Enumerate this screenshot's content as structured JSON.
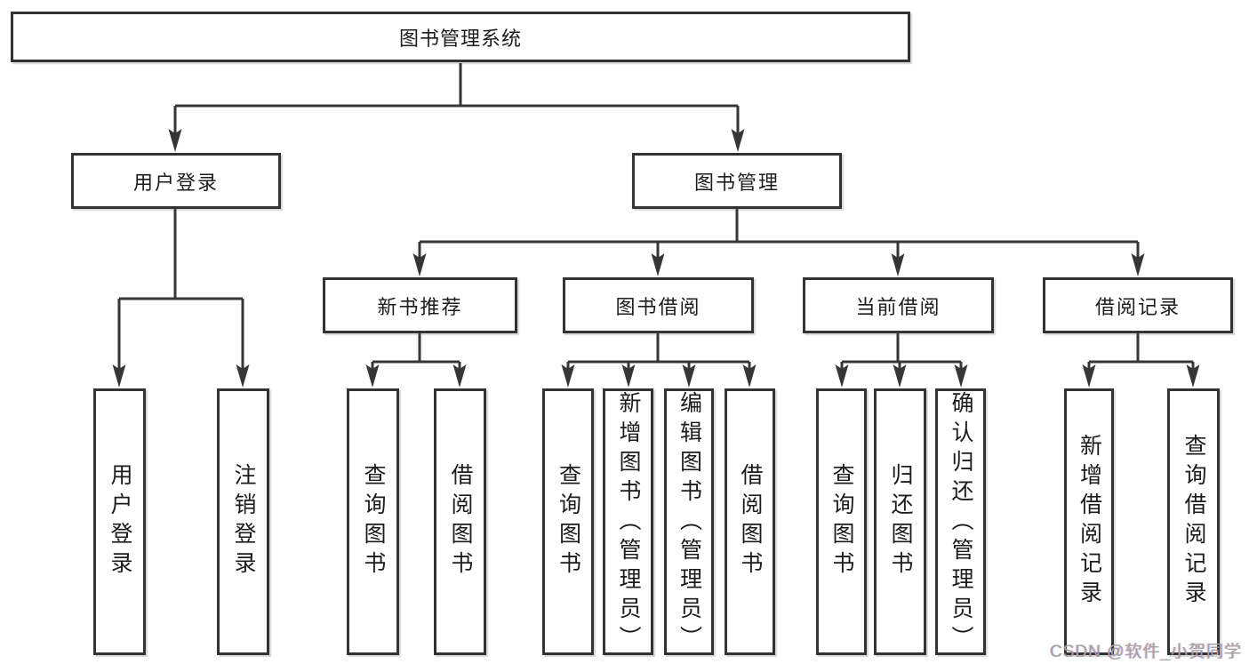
{
  "root": "图书管理系统",
  "level2": [
    "用户登录",
    "图书管理"
  ],
  "level3": [
    "新书推荐",
    "图书借阅",
    "当前借阅",
    "借阅记录"
  ],
  "leaves": [
    "用户登录",
    "注销登录",
    "查询图书",
    "借阅图书",
    "查询图书",
    "新增图书（管理员）",
    "编辑图书（管理员）",
    "借阅图书",
    "查询图书",
    "归还图书",
    "确认归还（管理员）",
    "新增借阅记录",
    "查询借阅记录"
  ],
  "watermark": "CSDN @软件_小贺同学",
  "colors": {
    "line": "#363636",
    "box_border": "#333333",
    "text": "#1c1c1c",
    "background": "#ffffff",
    "watermark": "#a2a2a2"
  }
}
